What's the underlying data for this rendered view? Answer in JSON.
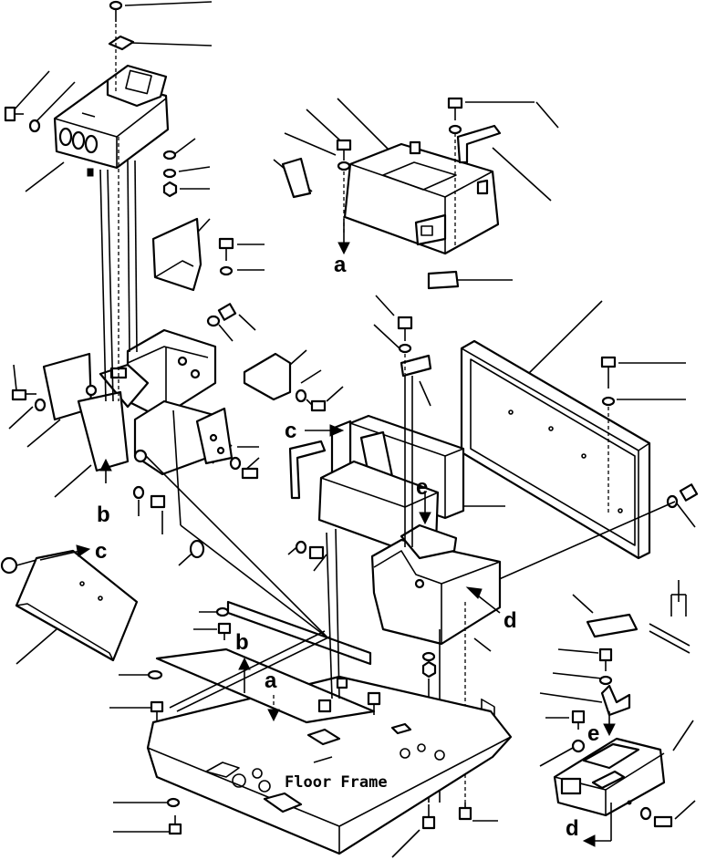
{
  "diagram": {
    "caption": "Floor Frame",
    "callouts": {
      "a_top": "a",
      "a_floor": "a",
      "b_left": "b",
      "b_floor": "b",
      "c_left": "c",
      "c_center": "c",
      "d_center": "d",
      "d_bottom": "d",
      "e_center": "e",
      "e_right": "e"
    }
  }
}
